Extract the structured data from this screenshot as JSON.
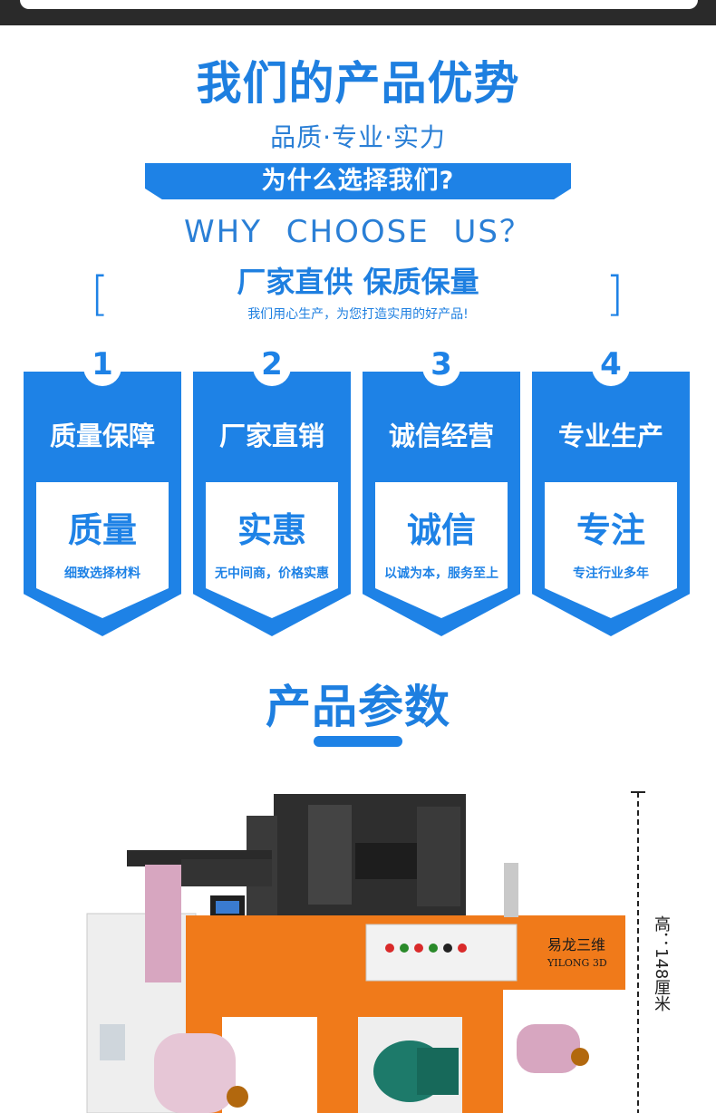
{
  "header": {
    "title": "我们的产品优势",
    "subtitle": "品质·专业·实力"
  },
  "why": {
    "ribbon": "为什么选择我们?",
    "english": "WHY CHOOSE US？"
  },
  "factory": {
    "bracket_left": "[",
    "bracket_right": "]",
    "title": "厂家直供 保质保量",
    "slogan": "我们用心生产，为您打造实用的好产品!"
  },
  "cards": [
    {
      "number": "1",
      "heading": "质量保障",
      "big": "质量",
      "small": "细致选择材料"
    },
    {
      "number": "2",
      "heading": "厂家直销",
      "big": "实惠",
      "small": "无中间商，价格实惠"
    },
    {
      "number": "3",
      "heading": "诚信经营",
      "big": "诚信",
      "small": "以诚为本，服务至上"
    },
    {
      "number": "4",
      "heading": "专业生产",
      "big": "专注",
      "small": "专注行业多年"
    }
  ],
  "params": {
    "title": "产品参数"
  },
  "machine": {
    "brand_cn": "易龙三维",
    "brand_en": "YILONG 3D",
    "height_label": "高：148厘米"
  },
  "colors": {
    "accent": "#1e82e6",
    "machine_orange": "#f07a1a",
    "panel_white": "#f2f2f2"
  }
}
